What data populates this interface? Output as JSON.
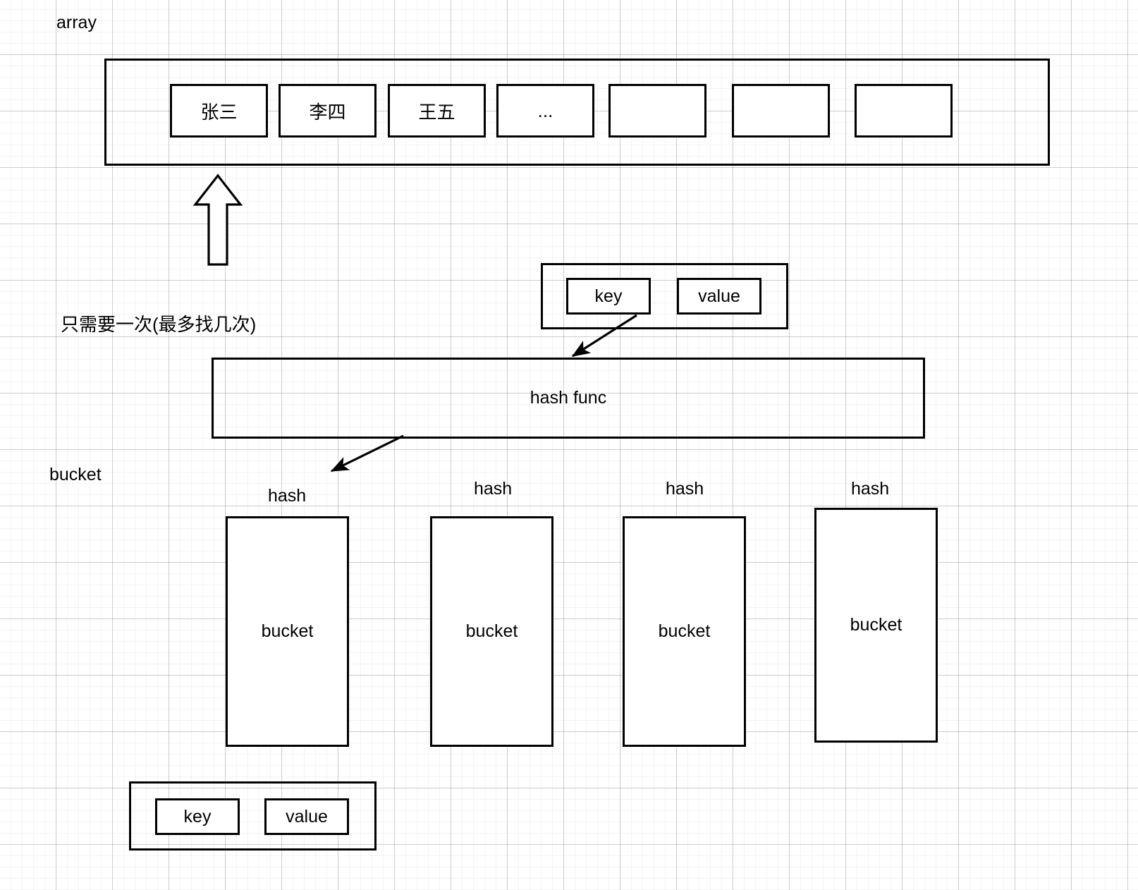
{
  "labels": {
    "array": "array",
    "note_lookup": "只需要一次(最多找几次)",
    "bucket_side": "bucket",
    "hash_func": "hash func"
  },
  "array_row": {
    "cells": [
      {
        "text": "张三"
      },
      {
        "text": "李四"
      },
      {
        "text": "王五"
      },
      {
        "text": "..."
      },
      {
        "text": ""
      },
      {
        "text": ""
      },
      {
        "text": ""
      }
    ]
  },
  "entry_top": {
    "key_label": "key",
    "value_label": "value"
  },
  "entry_bottom": {
    "key_label": "key",
    "value_label": "value"
  },
  "buckets": [
    {
      "hash_label": "hash",
      "bucket_label": "bucket"
    },
    {
      "hash_label": "hash",
      "bucket_label": "bucket"
    },
    {
      "hash_label": "hash",
      "bucket_label": "bucket"
    },
    {
      "hash_label": "hash",
      "bucket_label": "bucket"
    }
  ],
  "colors": {
    "stroke": "#000000",
    "background": "#ffffff",
    "grid_minor": "#f0f0f0",
    "grid_major": "#d6d6d6"
  }
}
